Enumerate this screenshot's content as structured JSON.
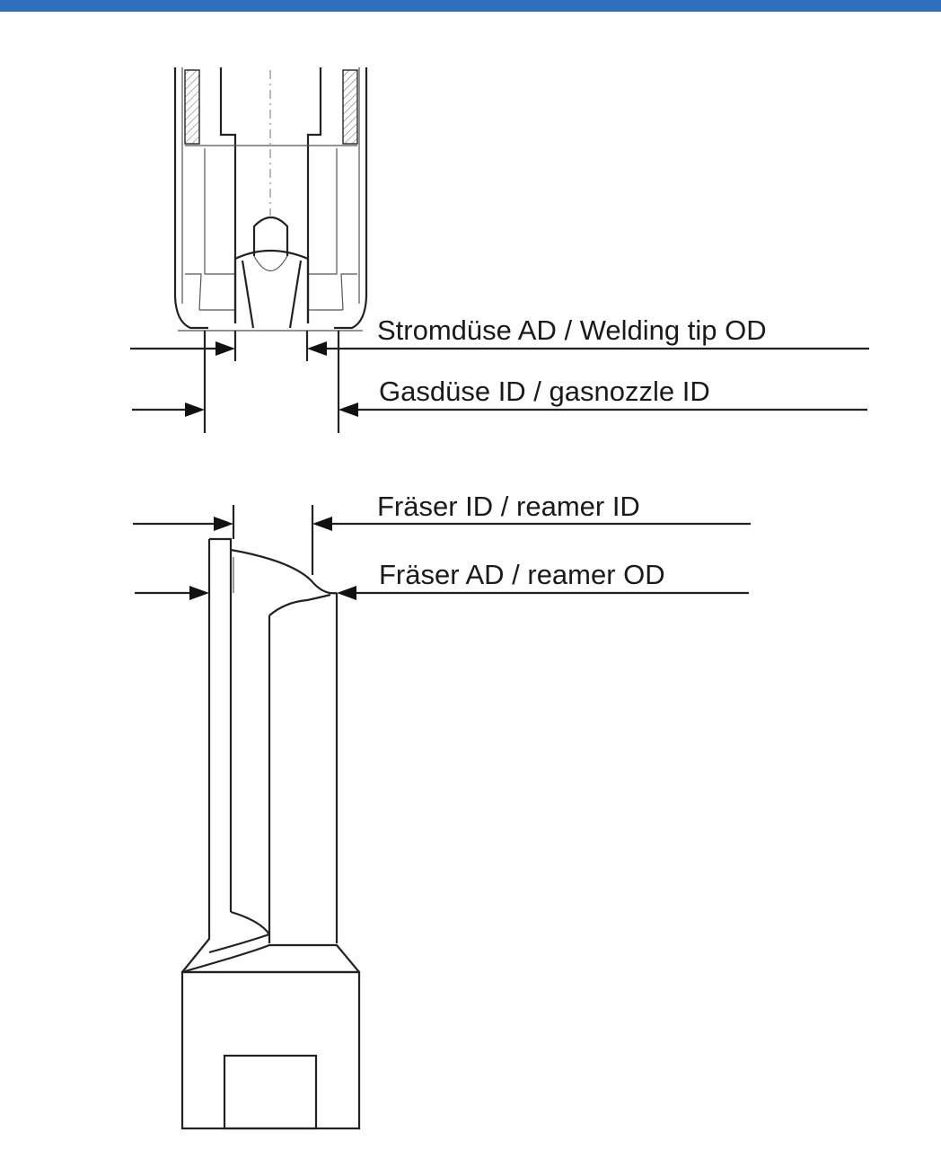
{
  "accent_color": "#2f6fbe",
  "labels": {
    "welding_tip_od": "Stromdüse  AD / Welding tip OD",
    "gasnozzle_id": "Gasdüse ID / gasnozzle ID",
    "reamer_id": "Fräser ID / reamer ID",
    "reamer_od": "Fräser AD / reamer OD"
  }
}
